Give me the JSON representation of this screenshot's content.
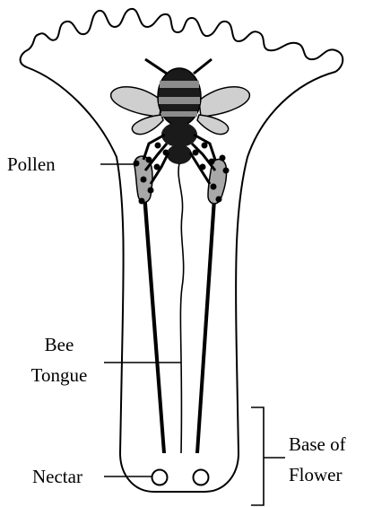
{
  "labels": {
    "pollen": "Pollen",
    "bee_tongue_line1": "Bee",
    "bee_tongue_line2": "Tongue",
    "nectar": "Nectar",
    "base_line1": "Base of",
    "base_line2": "Flower"
  },
  "colors": {
    "outline": "#000000",
    "background": "#ffffff",
    "pollen_sac": "#a8a8a8",
    "bee_dark": "#1a1a1a",
    "bee_stripe": "#8c8c8c",
    "wing": "#cfcfcf"
  }
}
